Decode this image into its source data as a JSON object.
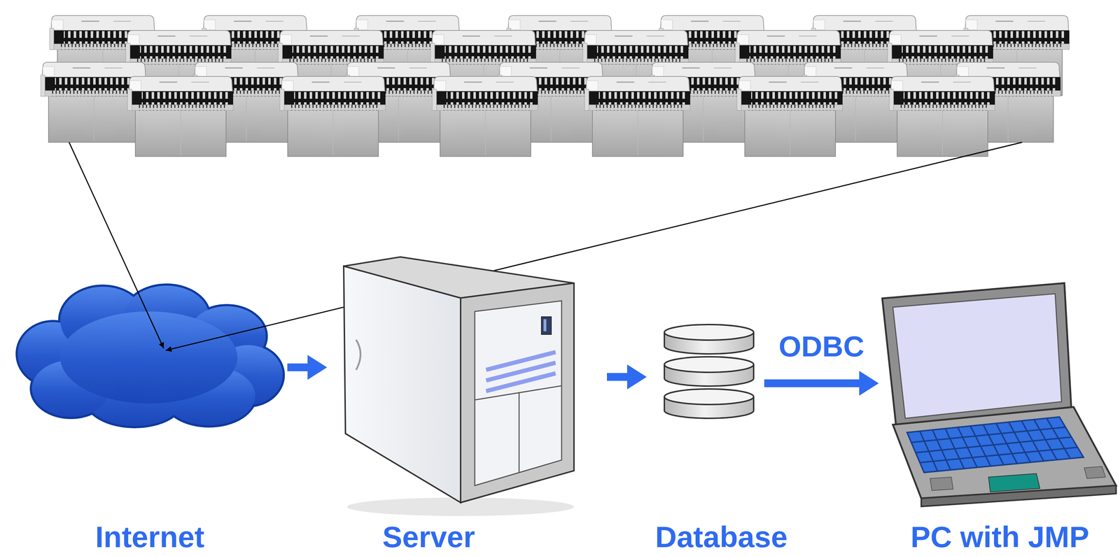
{
  "diagram": {
    "nodes": [
      {
        "text": [
          "Internet"
        ]
      },
      {
        "text": [
          "Server"
        ]
      },
      {
        "text": [
          "Database"
        ]
      },
      {
        "text": [
          "PC with JMP"
        ]
      }
    ],
    "edges": [
      {
        "from": 0,
        "to": 1,
        "arrow": "to"
      },
      {
        "from": 1,
        "to": 2,
        "arrow": "to"
      },
      {
        "from": 2,
        "to": 3,
        "label": "ODBC",
        "arrow": "to"
      }
    ]
  }
}
